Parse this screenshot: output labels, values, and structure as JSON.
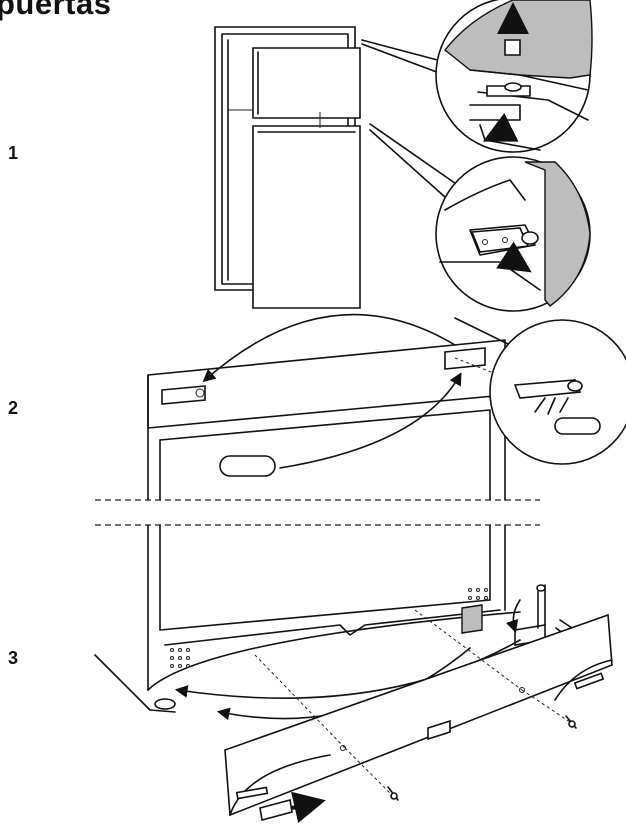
{
  "title": "puertas",
  "steps": [
    {
      "number": "1"
    },
    {
      "number": "2"
    },
    {
      "number": "3"
    }
  ]
}
